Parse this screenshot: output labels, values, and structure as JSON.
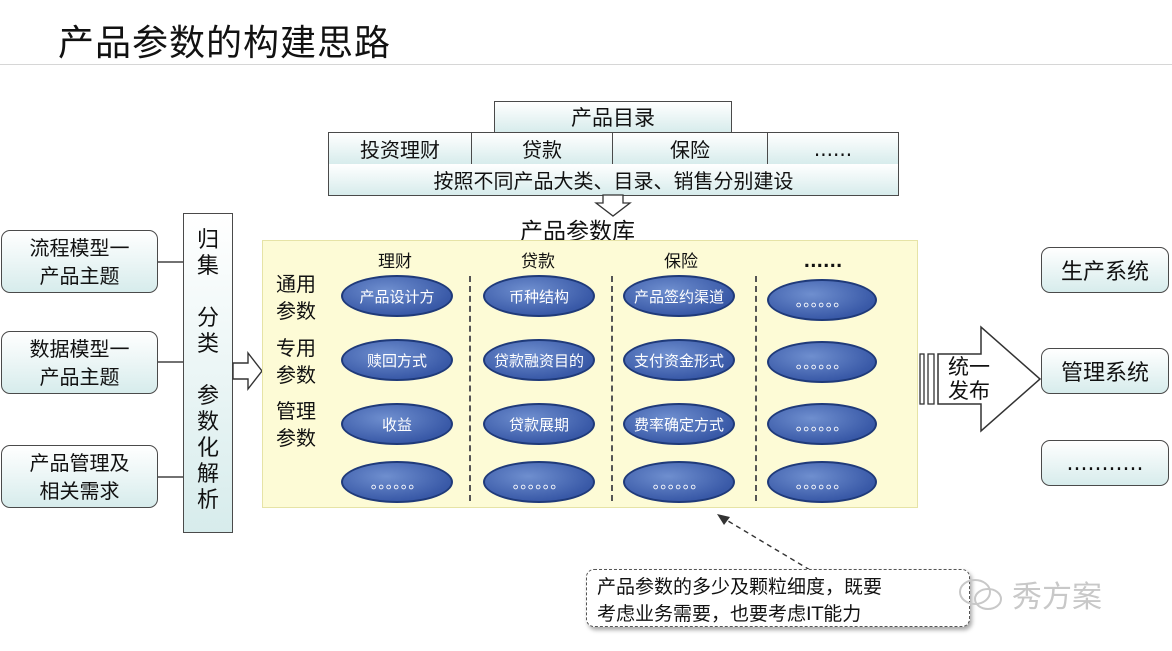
{
  "title": "产品参数的构建思路",
  "catalog": {
    "header": "产品目录",
    "categories": [
      "投资理财",
      "贷款",
      "保险",
      "......"
    ],
    "note": "按照不同产品大类、目录、销售分别建设"
  },
  "library_label": "产品参数库",
  "sources": [
    "流程模型一\n产品主题",
    "数据模型一\n产品主题",
    "产品管理及\n相关需求"
  ],
  "process_box": "归\n集\n\n分\n类\n\n参\n数\n化\n解\n析",
  "columns": [
    "理财",
    "贷款",
    "保险",
    "......"
  ],
  "rows": [
    "通用\n参数",
    "专用\n参数",
    "管理\n参数"
  ],
  "cells": [
    [
      "产品设计方",
      "币种结构",
      "产品签约渠道",
      "。。。。。。"
    ],
    [
      "赎回方式",
      "贷款融资目的",
      "支付资金形式",
      "。。。。。。"
    ],
    [
      "收益",
      "贷款展期",
      "费率确定方式",
      "。。。。。。"
    ],
    [
      "。。。。。。",
      "。。。。。。",
      "。。。。。。",
      "。。。。。。"
    ]
  ],
  "publish_label": "统一\n发布",
  "systems": [
    "生产系统",
    "管理系统",
    "..........."
  ],
  "note": "产品参数的多少及颗粒细度，既要\n考虑业务需要，也要考虑IT能力",
  "watermark": "秀方案"
}
